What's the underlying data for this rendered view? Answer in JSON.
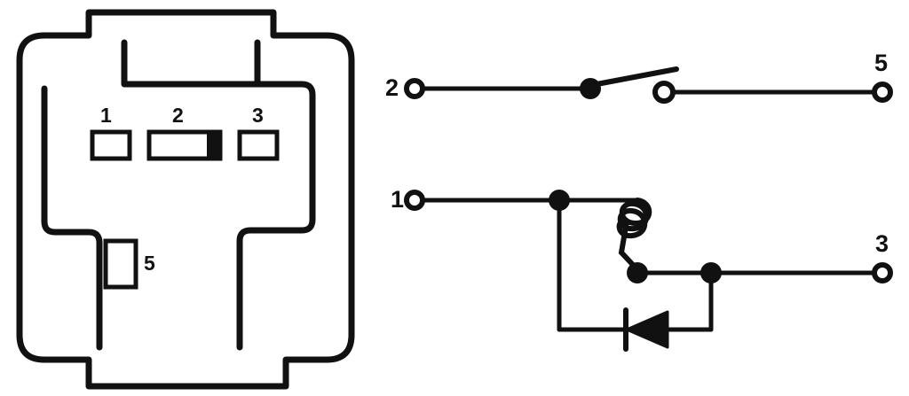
{
  "diagram": {
    "title": "Relay connector pinout and internal circuit schematic",
    "type": "electrical-schematic",
    "stroke_color": "#111111",
    "background_color": "#ffffff"
  },
  "connector": {
    "name": "relay-base-connector-outline",
    "pins": [
      {
        "id": "pin-1",
        "label": "1",
        "shape": "rectangle",
        "orientation": "horizontal",
        "filled": false
      },
      {
        "id": "pin-2",
        "label": "2",
        "shape": "rectangle",
        "orientation": "horizontal",
        "filled": "partial-right-end"
      },
      {
        "id": "pin-3",
        "label": "3",
        "shape": "rectangle",
        "orientation": "horizontal",
        "filled": false
      },
      {
        "id": "pin-5",
        "label": "5",
        "shape": "rectangle",
        "orientation": "vertical",
        "filled": false
      }
    ]
  },
  "schematic": {
    "name": "relay-internal-circuit",
    "terminals": [
      {
        "id": "terminal-2",
        "label": "2",
        "side": "left",
        "circuit": "contact"
      },
      {
        "id": "terminal-5",
        "label": "5",
        "side": "right",
        "circuit": "contact"
      },
      {
        "id": "terminal-1",
        "label": "1",
        "side": "left",
        "circuit": "coil"
      },
      {
        "id": "terminal-3",
        "label": "3",
        "side": "right",
        "circuit": "coil"
      }
    ],
    "components": [
      {
        "id": "switch-contact",
        "type": "normally-open-switch",
        "between": [
          "2",
          "5"
        ]
      },
      {
        "id": "relay-coil",
        "type": "coil",
        "turns": 3,
        "between": [
          "1",
          "3"
        ]
      },
      {
        "id": "flyback-diode",
        "type": "diode",
        "direction": "cathode-left",
        "between": [
          "1",
          "3"
        ]
      }
    ],
    "junctions": [
      {
        "id": "switch-pivot-dot",
        "filled": true
      },
      {
        "id": "switch-open-contact",
        "filled": false
      },
      {
        "id": "coil-top-junction",
        "filled": true
      },
      {
        "id": "coil-bottom-junction",
        "filled": true
      },
      {
        "id": "diode-right-junction",
        "filled": true
      }
    ]
  },
  "labels": {
    "pin_1": "1",
    "pin_2": "2",
    "pin_3": "3",
    "pin_5": "5",
    "terminal_2": "2",
    "terminal_5": "5",
    "terminal_1": "1",
    "terminal_3": "3"
  }
}
